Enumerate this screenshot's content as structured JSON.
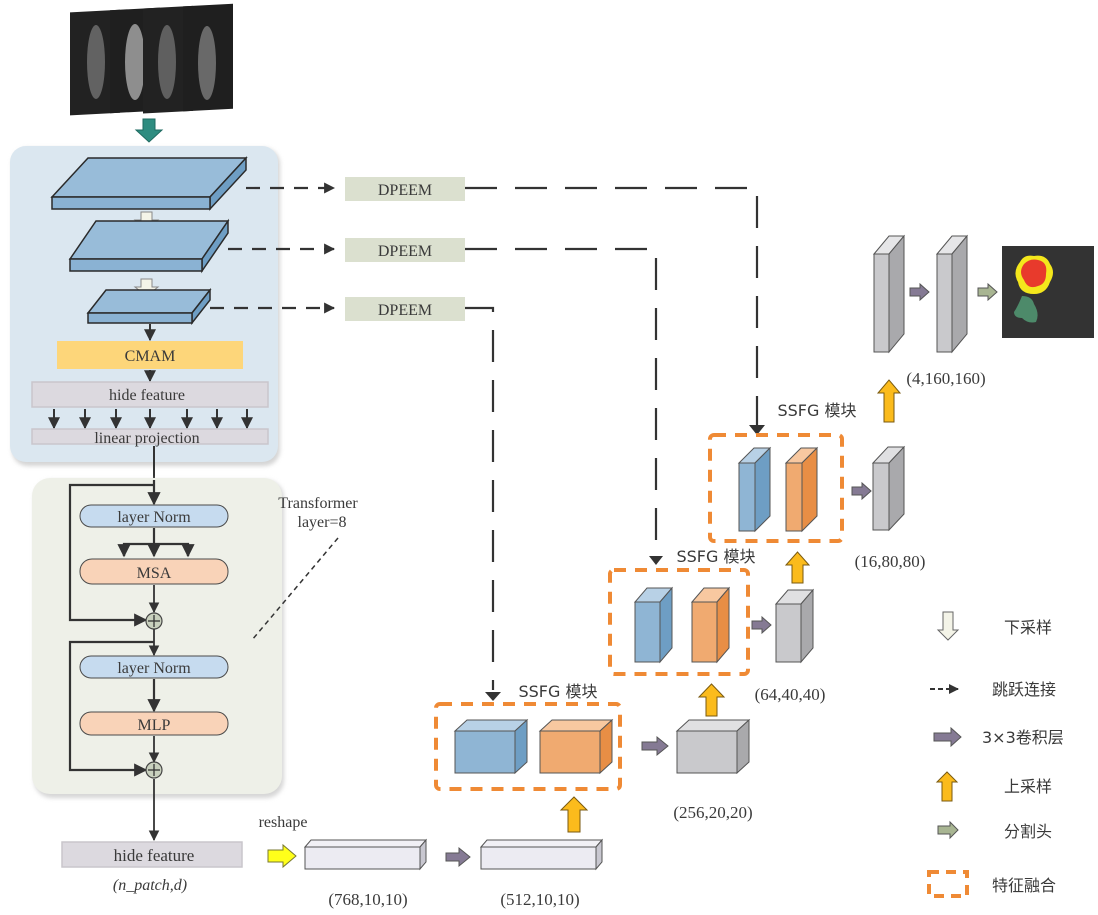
{
  "diagram": {
    "title": "Network architecture: encoder with DPEEM skip connections, Transformer bottleneck, and SSFG decoder",
    "input_stack": {
      "name": "input-mri-slices",
      "slice_count": 4
    },
    "encoder": {
      "stages": 3,
      "cmam_label": "CMAM",
      "hide_feature_label": "hide feature",
      "linear_projection_label": "linear projection"
    },
    "dpeem": [
      "DPEEM",
      "DPEEM",
      "DPEEM"
    ],
    "transformer": {
      "title_line1": "Transformer",
      "title_line2": "layer=8",
      "layer_norm_1": "layer Norm",
      "msa": "MSA",
      "layer_norm_2": "layer Norm",
      "mlp": "MLP"
    },
    "bottleneck": {
      "hide_feature_label": "hide feature",
      "hide_feature_shape": "(n_patch,d)",
      "reshape_label": "reshape",
      "reshape_shape": "(768,10,10)",
      "conv_shape": "(512,10,10)"
    },
    "decoder": {
      "ssfg_label": "SSFG 模块",
      "stages": [
        {
          "ssfg": "SSFG 模块",
          "output_shape": "(256,20,20)"
        },
        {
          "ssfg": "SSFG 模块",
          "output_shape": "(64,40,40)"
        },
        {
          "ssfg": "SSFG 模块",
          "output_shape": "(16,80,80)"
        }
      ],
      "final_shape": "(4,160,160)"
    },
    "legend": [
      {
        "icon": "downsample-arrow-icon",
        "label": "下采样"
      },
      {
        "icon": "skip-connection-arrow-icon",
        "label": "跳跃连接"
      },
      {
        "icon": "conv3x3-arrow-icon",
        "label": "3×3卷积层"
      },
      {
        "icon": "upsample-arrow-icon",
        "label": "上采样"
      },
      {
        "icon": "seg-head-arrow-icon",
        "label": "分割头"
      },
      {
        "icon": "feature-fusion-box-icon",
        "label": "特征融合"
      }
    ],
    "colors": {
      "encoder_bg": "#dbe7f0",
      "transformer_bg": "#eef0e8",
      "plate_blue": "#8fb5d4",
      "cmam": "#fdd67a",
      "hide_feature": "#dcd9df",
      "dpeem": "#dbe0cf",
      "layer_norm": "#c6dbef",
      "msa_mlp": "#f9d3b8",
      "fusion_dash": "#ef8a35",
      "upsample": "#fbbb1c",
      "conv_arrow": "#857a94",
      "seg_arrow": "#a8b592",
      "reshape_arrow": "#ffff1a"
    }
  }
}
